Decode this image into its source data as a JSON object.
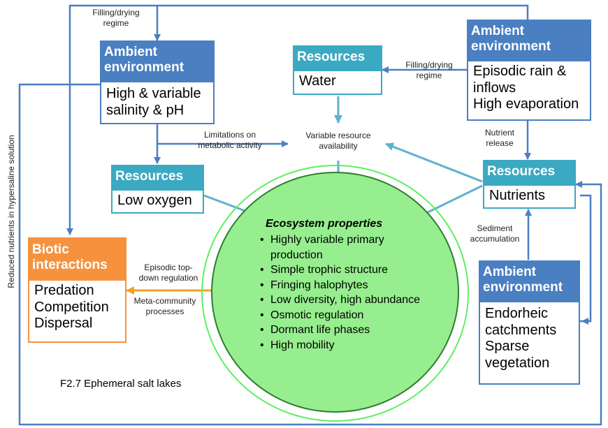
{
  "boxes": {
    "ambient_top_left": {
      "header": "Ambient environment",
      "body": [
        "High & variable",
        "salinity & pH"
      ]
    },
    "ambient_top_right": {
      "header": "Ambient environment",
      "body": [
        "Episodic rain &",
        "inflows",
        "High evaporation"
      ]
    },
    "resources_water": {
      "header": "Resources",
      "body": [
        "Water"
      ]
    },
    "resources_oxygen": {
      "header": "Resources",
      "body": [
        "Low oxygen"
      ]
    },
    "resources_nutrients": {
      "header": "Resources",
      "body": [
        "Nutrients"
      ]
    },
    "biotic": {
      "header": [
        "Biotic",
        "interactions"
      ],
      "body": [
        "Predation",
        "Competition",
        "Dispersal"
      ]
    },
    "ambient_bottom_right": {
      "header": "Ambient environment",
      "body": [
        "Endorheic",
        "catchments",
        "Sparse",
        "vegetation"
      ]
    }
  },
  "labels": {
    "filling_left": [
      "Filling/drying",
      "regime"
    ],
    "filling_right": [
      "Filling/drying",
      "regime"
    ],
    "limitations": [
      "Limitations on",
      "metabolic activity"
    ],
    "variable_resource": [
      "Variable resource",
      "availability"
    ],
    "nutrient_release": [
      "Nutrient",
      "release"
    ],
    "sediment": [
      "Sediment",
      "accumulation"
    ],
    "episodic_topdown": [
      "Episodic top-",
      "down regulation"
    ],
    "meta_community": [
      "Meta-community",
      "processes"
    ],
    "reduced_nutrients": "Reduced nutrients in hypersaline solution"
  },
  "ecosystem": {
    "title": "Ecosystem properties",
    "items": [
      "Highly variable primary production",
      "Simple trophic structure",
      "Fringing halophytes",
      "Low diversity, high abundance",
      "Osmotic regulation",
      "Dormant life phases",
      "High mobility"
    ]
  },
  "caption": "F2.7 Ephemeral salt lakes",
  "colors": {
    "ambient": "#4a7fc1",
    "resources": "#3ba9c1",
    "biotic": "#f6923e",
    "circle_fill": "#96ee8e",
    "circle_border": "#2f7d2f",
    "outer_ring": "#5cf060",
    "arrow_blue": "#4a7fc1",
    "arrow_teal": "#5fb0d0",
    "arrow_orange": "#f6a020"
  }
}
